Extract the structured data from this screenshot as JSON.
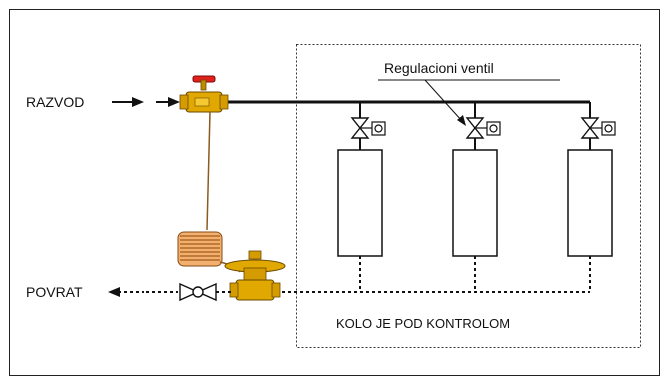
{
  "labels": {
    "supply": "RAZVOD",
    "return": "POVRAT",
    "valve_callout": "Regulacioni ventil",
    "loop_caption": "KOLO JE POD KONTROLOM"
  },
  "colors": {
    "frame": "#222222",
    "pipe": "#111111",
    "valve_body": "#e0a800",
    "valve_handle": "#e0201a",
    "capillary_coil": "#d07a1e"
  },
  "diagram": {
    "radiator_count": 3,
    "legend_icons": [
      "balancing-valve-icon",
      "radiator-icon",
      "gate-valve-icon",
      "differential-pressure-controller-icon",
      "ball-valve-icon"
    ]
  }
}
